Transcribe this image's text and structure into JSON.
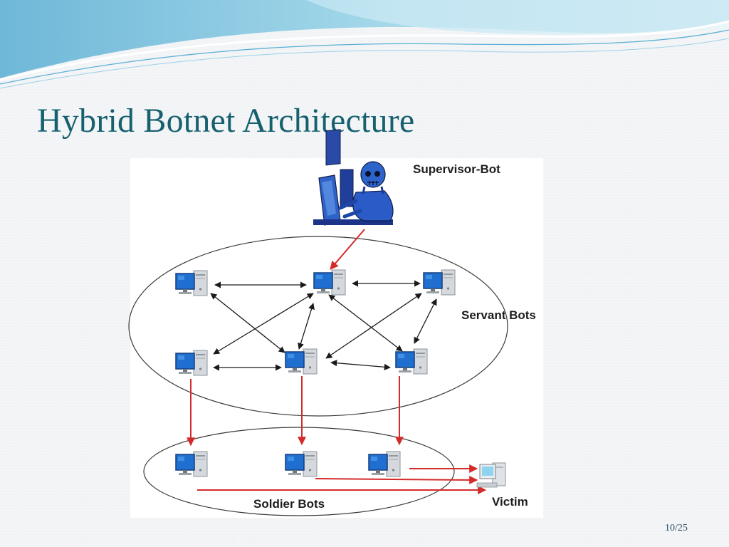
{
  "slide": {
    "title": "Hybrid Botnet Architecture",
    "page_number": "10/25"
  },
  "diagram": {
    "supervisor_label": "Supervisor-Bot",
    "servant_label": "Servant Bots",
    "soldier_label": "Soldier Bots",
    "victim_label": "Victim",
    "nodes": [
      {
        "id": "supervisor",
        "label": "Supervisor-Bot",
        "role": "supervisor",
        "icon": "hacker-skull-icon"
      },
      {
        "id": "s1",
        "role": "servant",
        "icon": "computer-icon"
      },
      {
        "id": "s2",
        "role": "servant",
        "icon": "computer-icon"
      },
      {
        "id": "s3",
        "role": "servant",
        "icon": "computer-icon"
      },
      {
        "id": "s4",
        "role": "servant",
        "icon": "computer-icon"
      },
      {
        "id": "s5",
        "role": "servant",
        "icon": "computer-icon"
      },
      {
        "id": "s6",
        "role": "servant",
        "icon": "computer-icon"
      },
      {
        "id": "b1",
        "role": "soldier",
        "icon": "computer-icon"
      },
      {
        "id": "b2",
        "role": "soldier",
        "icon": "computer-icon"
      },
      {
        "id": "b3",
        "role": "soldier",
        "icon": "computer-icon"
      },
      {
        "id": "victim",
        "label": "Victim",
        "role": "victim",
        "icon": "victim-computer-icon"
      }
    ],
    "edges": [
      {
        "from": "supervisor",
        "to": "s2",
        "type": "command",
        "color": "#d42a2a"
      },
      {
        "from": "s1",
        "to": "s2",
        "type": "peer",
        "color": "#1a1a1a"
      },
      {
        "from": "s2",
        "to": "s3",
        "type": "peer",
        "color": "#1a1a1a"
      },
      {
        "from": "s4",
        "to": "s5",
        "type": "peer",
        "color": "#1a1a1a"
      },
      {
        "from": "s5",
        "to": "s6",
        "type": "peer",
        "color": "#1a1a1a"
      },
      {
        "from": "s1",
        "to": "s5",
        "type": "peer",
        "color": "#1a1a1a"
      },
      {
        "from": "s2",
        "to": "s4",
        "type": "peer",
        "color": "#1a1a1a"
      },
      {
        "from": "s2",
        "to": "s5",
        "type": "peer",
        "color": "#1a1a1a"
      },
      {
        "from": "s2",
        "to": "s6",
        "type": "peer",
        "color": "#1a1a1a"
      },
      {
        "from": "s3",
        "to": "s5",
        "type": "peer",
        "color": "#1a1a1a"
      },
      {
        "from": "s3",
        "to": "s6",
        "type": "peer",
        "color": "#1a1a1a"
      },
      {
        "from": "s4",
        "to": "b1",
        "type": "command",
        "color": "#d42a2a"
      },
      {
        "from": "s5",
        "to": "b2",
        "type": "command",
        "color": "#d42a2a"
      },
      {
        "from": "s6",
        "to": "b3",
        "type": "command",
        "color": "#d42a2a"
      },
      {
        "from": "b1",
        "to": "victim",
        "type": "attack",
        "color": "#d42a2a"
      },
      {
        "from": "b2",
        "to": "victim",
        "type": "attack",
        "color": "#d42a2a"
      },
      {
        "from": "b3",
        "to": "victim",
        "type": "attack",
        "color": "#d42a2a"
      }
    ],
    "colors": {
      "monitor": "#1f6fd1",
      "tower": "#d5d9de",
      "command_arrow": "#d42a2a",
      "peer_arrow": "#1a1a1a",
      "title": "#17616f"
    }
  }
}
